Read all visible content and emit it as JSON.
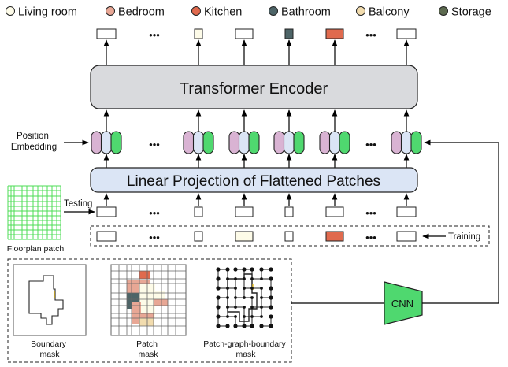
{
  "legend": {
    "items": [
      {
        "label": "Living room",
        "color": "#fdfbe8"
      },
      {
        "label": "Bedroom",
        "color": "#e8a795"
      },
      {
        "label": "Kitchen",
        "color": "#e06a4e"
      },
      {
        "label": "Bathroom",
        "color": "#4d6467"
      },
      {
        "label": "Balcony",
        "color": "#f2dcae"
      },
      {
        "label": "Storage",
        "color": "#5c6a4f"
      }
    ]
  },
  "blocks": {
    "encoder": "Transformer Encoder",
    "projection": "Linear Projection of Flattened Patches",
    "cnn": "CNN"
  },
  "labels": {
    "position_embedding": "Position\nEmbedding",
    "testing": "Testing",
    "training": "Training",
    "floorplan_patch": "Floorplan patch",
    "boundary_mask": "Boundary\nmask",
    "patch_mask": "Patch\nmask",
    "patch_graph_boundary_mask": "Patch-graph-boundary\nmask"
  },
  "ellipsis": "•••",
  "colors": {
    "encoder_fill": "#d9dadd",
    "projection_fill": "#dbe5f5",
    "cnn_fill": "#4fd86f",
    "embed_pink": "#d9b3d3",
    "embed_blue": "#dbe5f5",
    "embed_green": "#4fd86f",
    "grid_green": "#4cdc55"
  },
  "output_patches": [
    "white",
    "white",
    "living",
    "white",
    "bathroom",
    "kitchen",
    "white"
  ],
  "training_patches": [
    "white",
    "white",
    "living",
    "white",
    "kitchen",
    "white"
  ]
}
